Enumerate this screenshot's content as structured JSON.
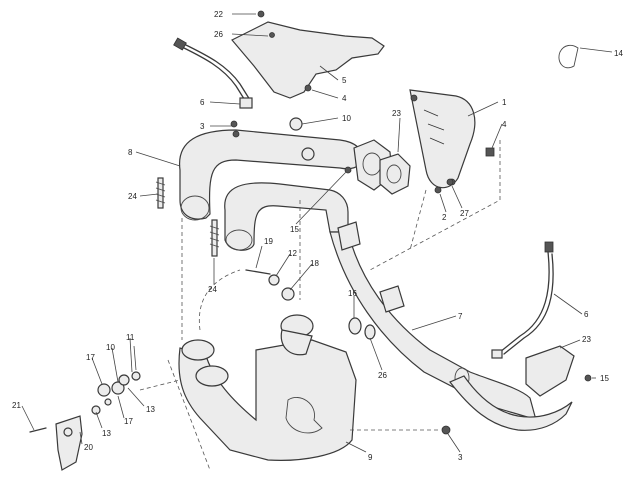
{
  "callouts": [
    "22",
    "26",
    "5",
    "4",
    "6",
    "3",
    "10",
    "1",
    "4",
    "8",
    "23",
    "14",
    "24",
    "2",
    "27",
    "15",
    "19",
    "12",
    "18",
    "6",
    "24",
    "16",
    "7",
    "23",
    "26",
    "11",
    "10",
    "17",
    "15",
    "21",
    "13",
    "17",
    "13",
    "20",
    "3",
    "9"
  ]
}
